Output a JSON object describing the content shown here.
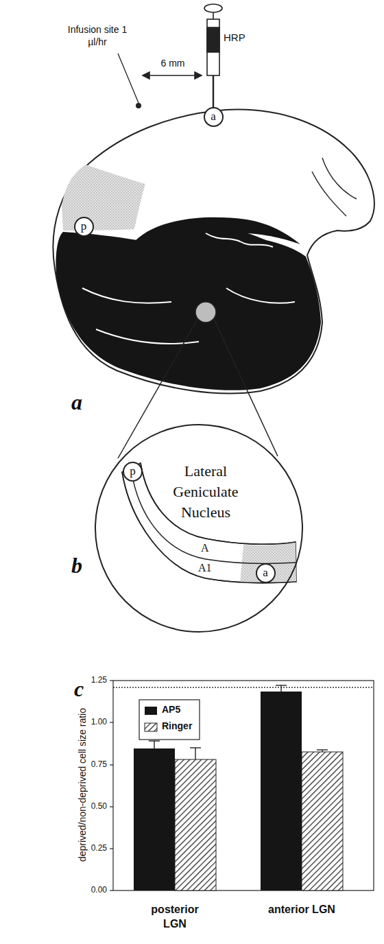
{
  "diagram": {
    "nodes": [
      {
        "text": [
          "a"
        ]
      },
      {
        "text": [
          "p"
        ]
      },
      {
        "text": [
          "Lateral Geniculate Nucleus"
        ]
      },
      {
        "text": [
          "p"
        ],
        "in": 2
      },
      {
        "text": [
          "a"
        ],
        "in": 2
      }
    ],
    "labels": [
      "HRP",
      "Infusion site 1 µl/hr",
      "6 mm",
      "a",
      "b",
      "A",
      "A1",
      "c",
      "1.25",
      "1.00",
      "0.75",
      "0.50",
      "0.25",
      "0.00",
      "deprived/non-deprived cell size ratio",
      "posterior LGN",
      "anterior LGN"
    ],
    "legend": [
      {
        "text": "AP5",
        "color": "#151515"
      },
      {
        "text": "Ringer"
      }
    ]
  }
}
